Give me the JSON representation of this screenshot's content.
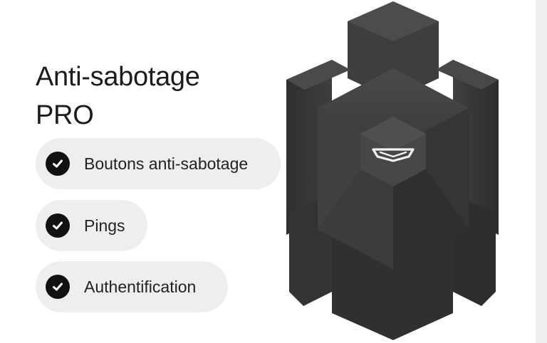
{
  "title": {
    "line1": "Anti-sabotage",
    "line2": "PRO"
  },
  "features": [
    {
      "label": "Boutons anti-sabotage",
      "icon": "check-circle-icon"
    },
    {
      "label": "Pings",
      "icon": "check-circle-icon"
    },
    {
      "label": "Authentification",
      "icon": "check-circle-icon"
    }
  ],
  "colors": {
    "background": "#ffffff",
    "pill": "#eeeeee",
    "check": "#111111",
    "device": "#3a3a3a"
  }
}
